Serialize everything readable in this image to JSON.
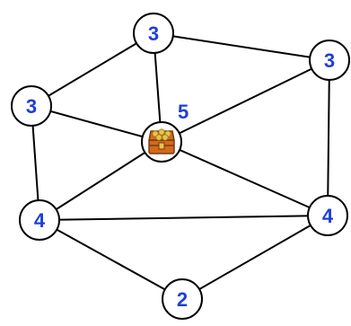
{
  "nodes": [
    {
      "id": "top",
      "label": "3"
    },
    {
      "id": "top-right",
      "label": "3"
    },
    {
      "id": "left",
      "label": "3"
    },
    {
      "id": "center",
      "label": "5",
      "icon": "treasure-chest-icon"
    },
    {
      "id": "bottom-left",
      "label": "4"
    },
    {
      "id": "right",
      "label": "4"
    },
    {
      "id": "bottom",
      "label": "2"
    }
  ],
  "edges": [
    [
      "top",
      "left"
    ],
    [
      "top",
      "top-right"
    ],
    [
      "top",
      "center"
    ],
    [
      "left",
      "center"
    ],
    [
      "left",
      "bottom-left"
    ],
    [
      "top-right",
      "center"
    ],
    [
      "top-right",
      "right"
    ],
    [
      "center",
      "bottom-left"
    ],
    [
      "center",
      "right"
    ],
    [
      "bottom-left",
      "right"
    ],
    [
      "bottom-left",
      "bottom"
    ],
    [
      "right",
      "bottom"
    ]
  ],
  "colors": {
    "label": "#1e3fd6",
    "chest_wood": "#d2691e",
    "chest_dark": "#7a3a10",
    "gold": "#e8c34a"
  }
}
